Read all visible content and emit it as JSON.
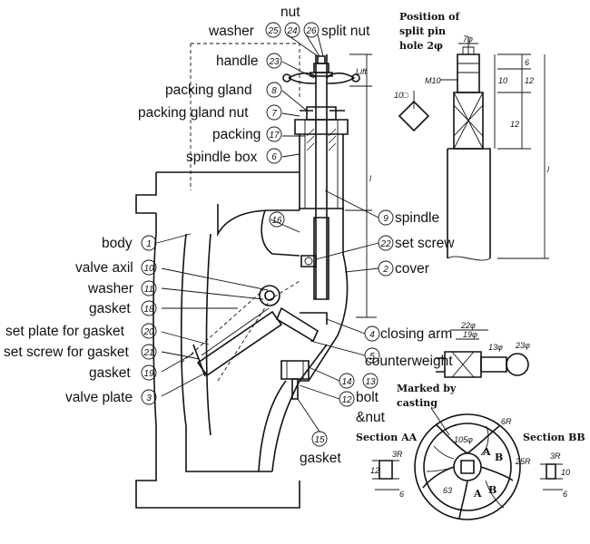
{
  "labels": {
    "nut": "nut",
    "washer_top": "washer",
    "split_nut": "split nut",
    "handle": "handle",
    "packing_gland": "packing gland",
    "packing_gland_nut": "packing gland nut",
    "packing": "packing",
    "spindle_box": "spindle box",
    "body": "body",
    "valve_axil": "valve axil",
    "washer": "washer",
    "gasket_18": "gasket",
    "set_plate": "set plate for gasket",
    "set_screw_gasket": "set screw for gasket",
    "gasket_19": "gasket",
    "valve_plate": "valve plate",
    "spindle": "spindle",
    "set_screw": "set screw",
    "cover": "cover",
    "closing_arm": "closing arm",
    "counterweight": "counterweight",
    "bolt_nut_1": "bolt",
    "bolt_nut_2": "&nut",
    "gasket_15": "gasket"
  },
  "numbers": {
    "n25": "25",
    "n24": "24",
    "n26": "26",
    "n23": "23",
    "n8": "8",
    "n7": "7",
    "n17": "17",
    "n6": "6",
    "n1": "1",
    "n10": "10",
    "n11": "11",
    "n18": "18",
    "n20": "20",
    "n21": "21",
    "n19": "19",
    "n3": "3",
    "n9": "9",
    "n22": "22",
    "n2": "2",
    "n4": "4",
    "n5": "5",
    "n14": "14",
    "n13": "13",
    "n12": "12",
    "n15": "15",
    "n16": "16"
  },
  "detail": {
    "split_pin_line1": "Position of",
    "split_pin_line2": "split pin",
    "split_pin_line3": "hole 2φ",
    "m10": "M10",
    "lift": "Lift",
    "l": "l",
    "dim_7": "7φ",
    "dim_6": "6",
    "dim_10": "10",
    "dim_12a": "12",
    "dim_12b": "12",
    "dim_10sq": "10□",
    "dim_22": "22φ",
    "dim_19": "19φ",
    "dim_13": "13φ",
    "dim_23": "23φ",
    "marked_by_1": "Marked by",
    "marked_by_2": "casting",
    "section_aa": "Section AA",
    "section_bb": "Section BB",
    "dim_aa_3": "3R",
    "dim_aa_12": "12",
    "dim_aa_6": "6",
    "dim_bb_3": "3R",
    "dim_bb_10": "10",
    "dim_bb_6": "6",
    "dim_105": "105φ",
    "dim_63": "63",
    "dim_6r": "6R",
    "dim_25r": "25R",
    "letter_a1": "A",
    "letter_a2": "A",
    "letter_b1": "B",
    "letter_b2": "B"
  }
}
